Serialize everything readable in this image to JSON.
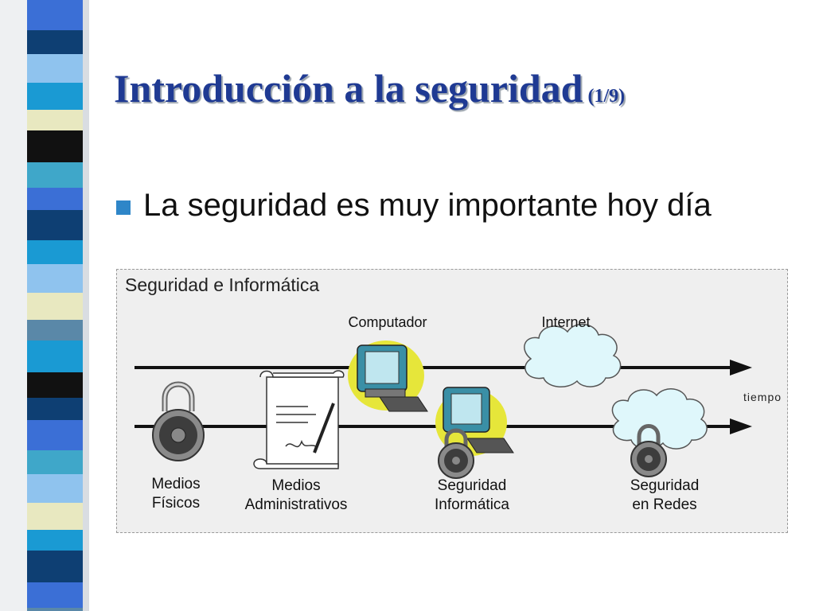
{
  "slide": {
    "title": "Introducción a la seguridad",
    "page_indicator": "(1/9)",
    "bullet": "La seguridad es muy importante hoy día"
  },
  "diagram": {
    "title": "Seguridad e Informática",
    "labels": {
      "computador": "Computador",
      "internet": "Internet",
      "tiempo": "tiempo",
      "medios_fisicos": [
        "Medios",
        "Físicos"
      ],
      "medios_administrativos": [
        "Medios",
        "Administrativos"
      ],
      "seguridad_informatica": [
        "Seguridad",
        "Informática"
      ],
      "seguridad_redes": [
        "Seguridad",
        "en Redes"
      ]
    }
  },
  "colors": {
    "title": "#1f3a93",
    "bullet": "#2e86c8",
    "highlight": "#e6e63a",
    "monitor": "#3a8fa6"
  }
}
